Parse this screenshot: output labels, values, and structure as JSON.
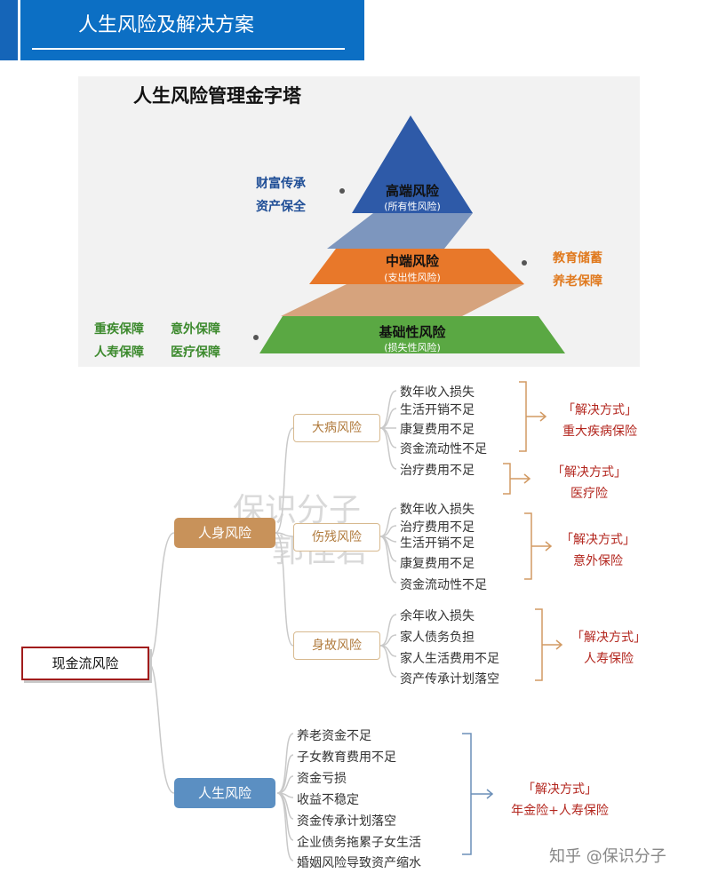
{
  "header": {
    "title": "人生风险及解决方案"
  },
  "pyramid": {
    "title": "人生风险管理金字塔",
    "levels": [
      {
        "name": "高端风险",
        "sub": "(所有性风险)",
        "side": [
          "财富传承",
          "资产保全"
        ]
      },
      {
        "name": "中端风险",
        "sub": "(支出性风险)",
        "side": [
          "教育储蓄",
          "养老保障"
        ]
      },
      {
        "name": "基础性风险",
        "sub": "(损失性风险)",
        "side": [
          "重疾保障",
          "意外保障",
          "人寿保障",
          "医疗保障"
        ]
      }
    ],
    "colors": {
      "top": "#2e5aa8",
      "mid": "#e8782a",
      "base": "#5aa843"
    }
  },
  "mindmap": {
    "root": "现金流风险",
    "branches": [
      {
        "label": "人身风险",
        "color": "#c8925a",
        "children": [
          {
            "label": "大病风险",
            "items": [
              "数年收入损失",
              "生活开销不足",
              "康复费用不足",
              "资金流动性不足"
            ],
            "solution_head": "「解决方式」",
            "solution": "重大疾病保险",
            "extra_item": "治疗费用不足",
            "extra_solution_head": "「解决方式」",
            "extra_solution": "医疗险"
          },
          {
            "label": "伤残风险",
            "items": [
              "数年收入损失",
              "治疗费用不足",
              "生活开销不足",
              "康复费用不足",
              "资金流动性不足"
            ],
            "solution_head": "「解决方式」",
            "solution": "意外保险"
          },
          {
            "label": "身故风险",
            "items": [
              "余年收入损失",
              "家人债务负担",
              "家人生活费用不足",
              "资产传承计划落空"
            ],
            "solution_head": "「解决方式」",
            "solution": "人寿保险"
          }
        ]
      },
      {
        "label": "人生风险",
        "color": "#5b8fc2",
        "items": [
          "养老资金不足",
          "子女教育费用不足",
          "资金亏损",
          "收益不稳定",
          "资金传承计划落空",
          "企业债务拖累子女生活",
          "婚姻风险导致资产缩水"
        ],
        "solution_head": "「解决方式」",
        "solution": "年金险+人寿保险"
      }
    ]
  },
  "watermark": {
    "line1": "保识分子",
    "line2": "郭佳君"
  },
  "footer_watermark": "知乎 @保识分子"
}
